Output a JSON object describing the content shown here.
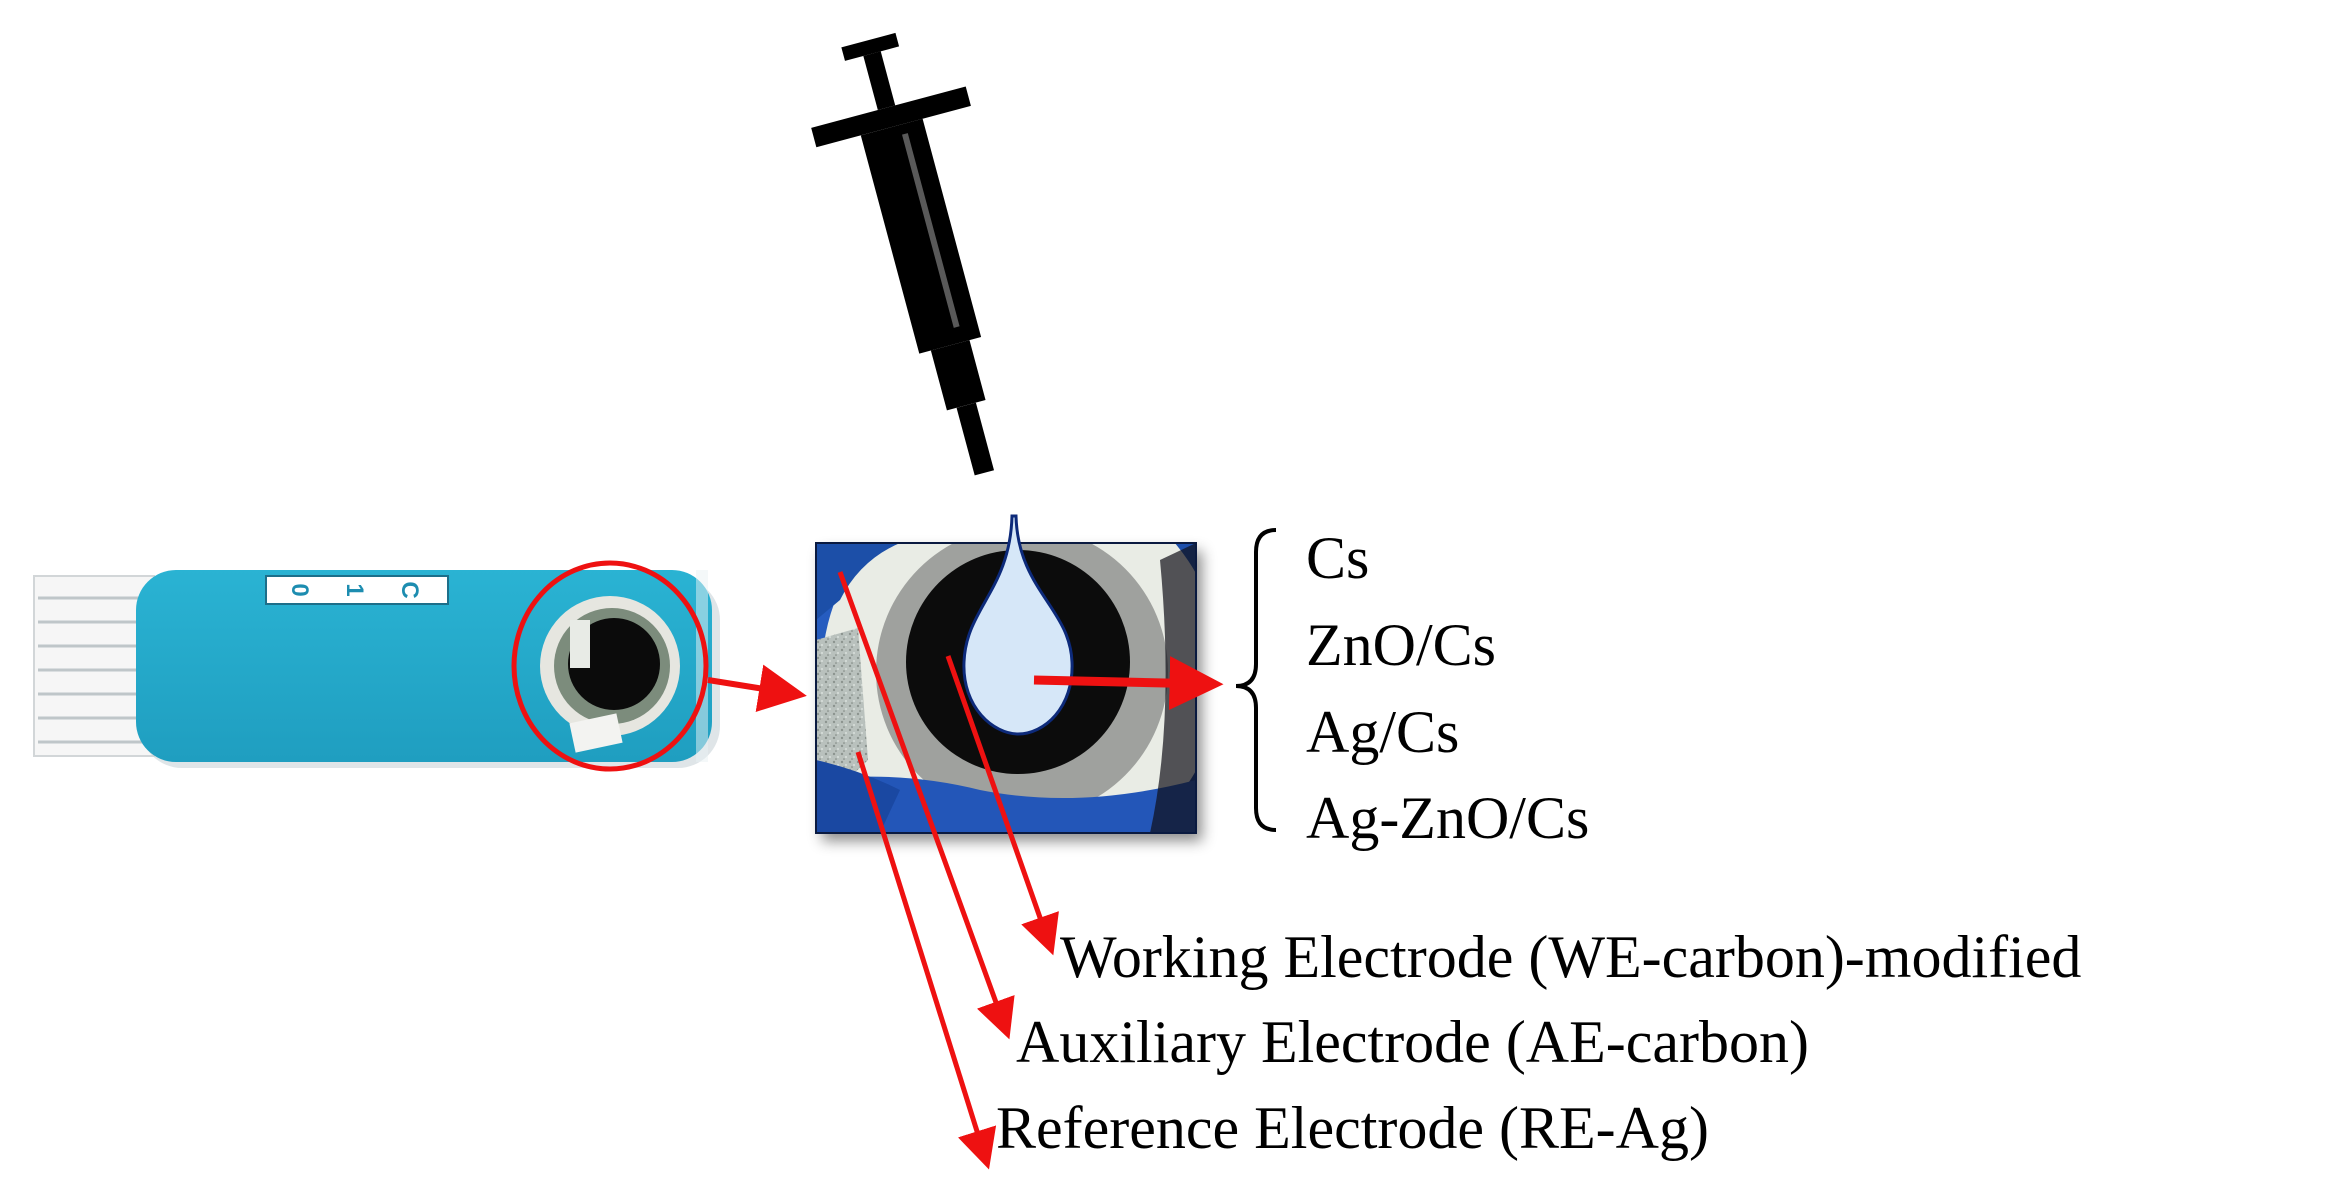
{
  "strip_code": [
    "C",
    "1",
    "0"
  ],
  "modifications": [
    "Cs",
    "ZnO/Cs",
    "Ag/Cs",
    "Ag-ZnO/Cs"
  ],
  "electrodes": {
    "working": "Working Electrode (WE-carbon)-modified",
    "auxiliary": "Auxiliary Electrode (AE-carbon)",
    "reference": "Reference Electrode (RE-Ag)"
  },
  "colors": {
    "arrow": "#ee1111",
    "strip_blue": "#23a9c9",
    "syringe": "#000000",
    "drop": "#d6e7f8",
    "electrode_dark": "#0c0c0c",
    "electrode_ring": "#e8ece6",
    "substrate_blue": "#1c4fb0"
  },
  "icons": [
    "syringe-icon",
    "droplet-icon",
    "sensor-strip",
    "electrode-closeup"
  ]
}
